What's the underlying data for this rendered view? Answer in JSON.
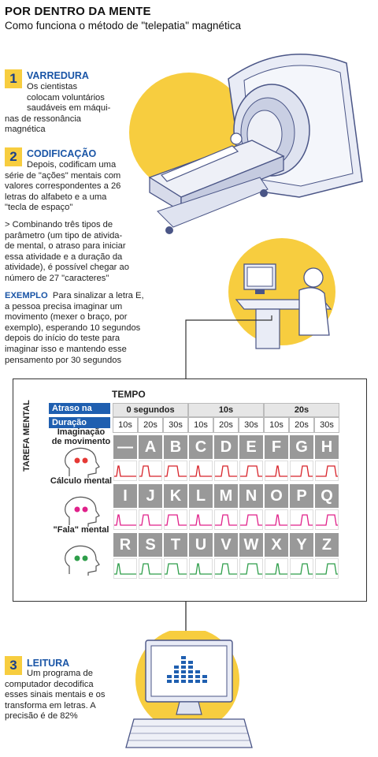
{
  "header": {
    "title": "POR DENTRO DA MENTE",
    "subtitle": "Como funciona o método de \"telepatia\" magnética"
  },
  "steps": [
    {
      "number": "1",
      "title": "VARREDURA",
      "lines": [
        "Os cientistas",
        "colocam voluntários",
        "saudáveis em máqui-",
        "nas de ressonância",
        "magnética"
      ]
    },
    {
      "number": "2",
      "title": "CODIFICAÇÃO",
      "lines": [
        "Depois, codificam uma",
        "série de \"ações\" mentais com",
        "valores correspondentes a 26",
        "letras do alfabeto e a uma",
        "\"tecla de espaço\""
      ]
    },
    {
      "number": "3",
      "title": "LEITURA",
      "lines": [
        "Um programa de",
        "computador decodifica",
        "esses sinais mentais e os",
        "transforma em letras.",
        "A",
        "precisão é de 82%"
      ]
    }
  ],
  "combining_note": [
    "> Combinando três tipos de",
    "parâmetro (um tipo de ativida-",
    "de mental, o atraso para iniciar",
    "essa atividade e a duração da",
    "atividade), é possível chegar ao",
    "número de 27 \"caracteres\""
  ],
  "example": {
    "label": "EXEMPLO",
    "lines": [
      "Para sinalizar a letra E,",
      "a pessoa precisa imaginar um",
      "movimento (mexer o braço, por",
      "exemplo), esperando 10 segundos",
      "depois do início do teste para",
      "imaginar isso e mantendo esse",
      "pensamento por 30 segundos"
    ]
  },
  "table": {
    "tempo_label": "TEMPO",
    "vertical_label": "TAREFA MENTAL",
    "delay_label": "Atraso na ação",
    "duration_label": "Duração",
    "delays": [
      "0 segundos",
      "10s",
      "20s"
    ],
    "durations": [
      "10s",
      "20s",
      "30s",
      "10s",
      "20s",
      "30s",
      "10s",
      "20s",
      "30s"
    ],
    "tasks": [
      {
        "label_lines": [
          "Imaginação",
          "de movimento"
        ],
        "letters": [
          "—",
          "A",
          "B",
          "C",
          "D",
          "E",
          "F",
          "G",
          "H"
        ],
        "wave_color": "#d8232a",
        "dot_color": "#e53935"
      },
      {
        "label_lines": [
          "Cálculo mental"
        ],
        "letters": [
          "I",
          "J",
          "K",
          "L",
          "M",
          "N",
          "O",
          "P",
          "Q"
        ],
        "wave_color": "#e0218a",
        "dot_color": "#e0218a"
      },
      {
        "label_lines": [
          "\"Fala\" mental"
        ],
        "letters": [
          "R",
          "S",
          "T",
          "U",
          "V",
          "W",
          "X",
          "Y",
          "Z"
        ],
        "wave_color": "#2e9e4a",
        "dot_color": "#2e9e4a"
      }
    ]
  },
  "colors": {
    "accent_yellow": "#f7cd3f",
    "accent_blue": "#1f5fb0",
    "letter_gray": "#999999"
  },
  "icons": [
    "mri-scanner-illustration",
    "person-at-computer-illustration",
    "head-icon",
    "computer-monitor-icon",
    "keyboard-icon",
    "down-arrow-icon"
  ]
}
